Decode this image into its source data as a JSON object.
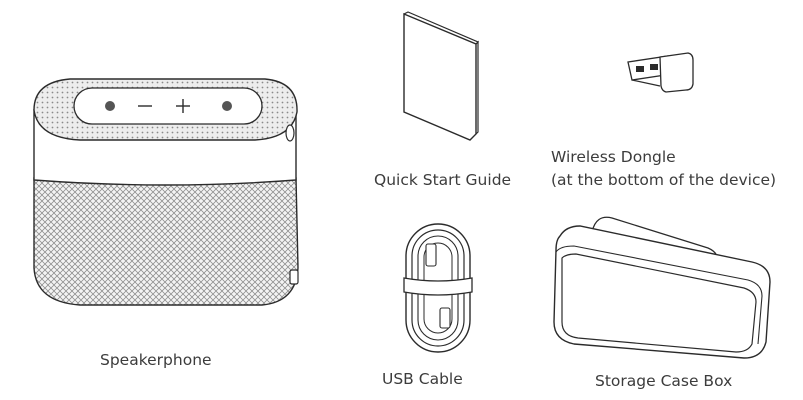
{
  "items": {
    "speakerphone": {
      "label": "Speakerphone",
      "icon": "speakerphone-illustration"
    },
    "quick_start_guide": {
      "label": "Quick Start Guide",
      "icon": "booklet-illustration"
    },
    "wireless_dongle": {
      "label_line1": "Wireless Dongle",
      "label_line2": "(at the bottom of the device)",
      "icon": "usb-dongle-illustration"
    },
    "usb_cable": {
      "label": "USB Cable",
      "icon": "coiled-cable-illustration"
    },
    "storage_case_box": {
      "label": "Storage Case Box",
      "icon": "carry-case-illustration"
    }
  },
  "colors": {
    "line": "#2b2b2b",
    "text": "#3c3c3c",
    "mesh": "#9a9a9a"
  }
}
